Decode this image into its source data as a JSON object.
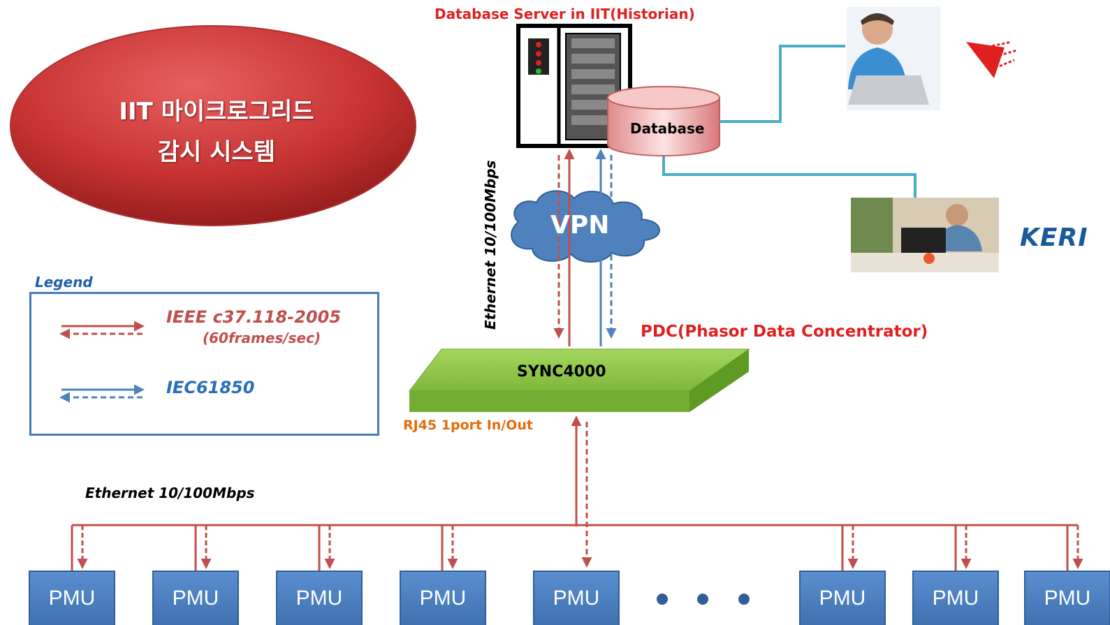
{
  "title": {
    "line1": "IIT 마이크로그리드",
    "line2": "감시 시스템"
  },
  "server_label": "Database Server in IIT(Historian)",
  "database_label": "Database",
  "vpn_label": "VPN",
  "uplink_label": "Ethernet 10/100Mbps",
  "pdc_label": "PDC(Phasor Data Concentrator)",
  "device_label": "SYNC4000",
  "port_label": "RJ45 1port In/Out",
  "bus_label": "Ethernet 10/100Mbps",
  "keri_logo": "KERI",
  "legend": {
    "title": "Legend",
    "items": [
      {
        "protocol": "IEEE c37.118-2005",
        "detail": "(60frames/sec)",
        "color": "#c0504d"
      },
      {
        "protocol": "IEC61850",
        "detail": "",
        "color": "#4f81bd"
      }
    ]
  },
  "pmu_nodes": [
    "PMU",
    "PMU",
    "PMU",
    "PMU",
    "PMU",
    "PMU",
    "PMU",
    "PMU"
  ],
  "colors": {
    "red_link": "#c0504d",
    "blue_link": "#4f81bd",
    "teal_link": "#4bacc6",
    "pmu_fill": "#4f81bd",
    "pdc_fill": "#8dc63f",
    "label_red": "#e02020",
    "label_orange": "#e46c0a",
    "legend_title": "#1f5fa8",
    "keri_blue": "#1a5a9a"
  }
}
